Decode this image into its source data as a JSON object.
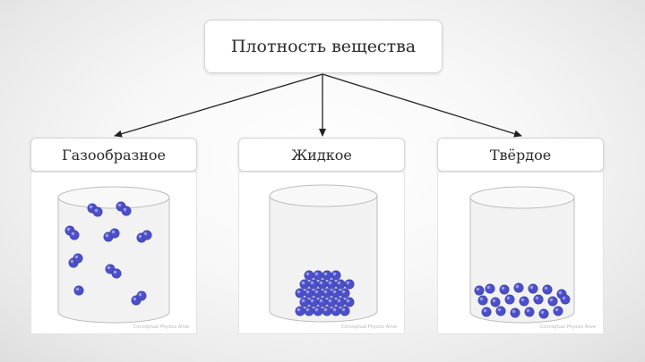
{
  "title": "Плотность вещества",
  "states": [
    {
      "label": "Газообразное",
      "watermark": "Conceptual Physics Alive"
    },
    {
      "label": "Жидкое",
      "watermark": "Conceptual Physics Alive"
    },
    {
      "label": "Твёрдое",
      "watermark": "Conceptual Physics Alive"
    }
  ],
  "colors": {
    "particle": "#4b4fc9",
    "particle_highlight": "#a9abf0",
    "arrow": "#222222",
    "cylinder": "#bdbdbd"
  }
}
